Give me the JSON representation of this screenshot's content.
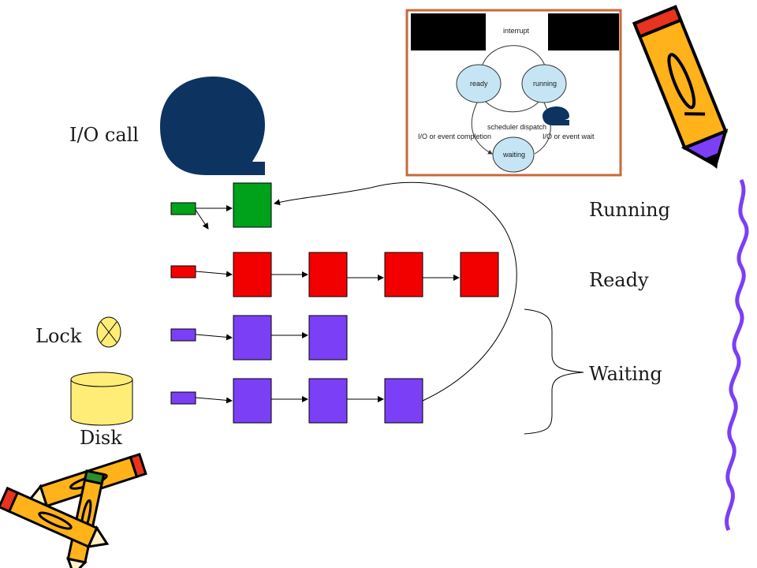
{
  "labels": {
    "io_call": "I/O call",
    "lock": "Lock",
    "disk": "Disk",
    "running": "Running",
    "ready": "Ready",
    "waiting": "Waiting"
  },
  "inset": {
    "interrupt": "interrupt",
    "ready": "ready",
    "running": "running",
    "scheduler_dispatch": "scheduler dispatch",
    "io_completion": "I/O or event completion",
    "io_wait": "I/O or event wait",
    "waiting": "waiting"
  },
  "colors": {
    "running": "#00a21b",
    "ready": "#f20000",
    "waiting": "#7b3ff5",
    "cpu_blob": "#0d3460",
    "disk": "#ffed78",
    "inset_border": "#c8693a",
    "inset_state": "#c5e5f5",
    "squiggle": "#7b3ff5"
  },
  "icons": [
    "pencil-icon",
    "crossed-pencils-icon",
    "lock-icon",
    "disk-icon"
  ]
}
